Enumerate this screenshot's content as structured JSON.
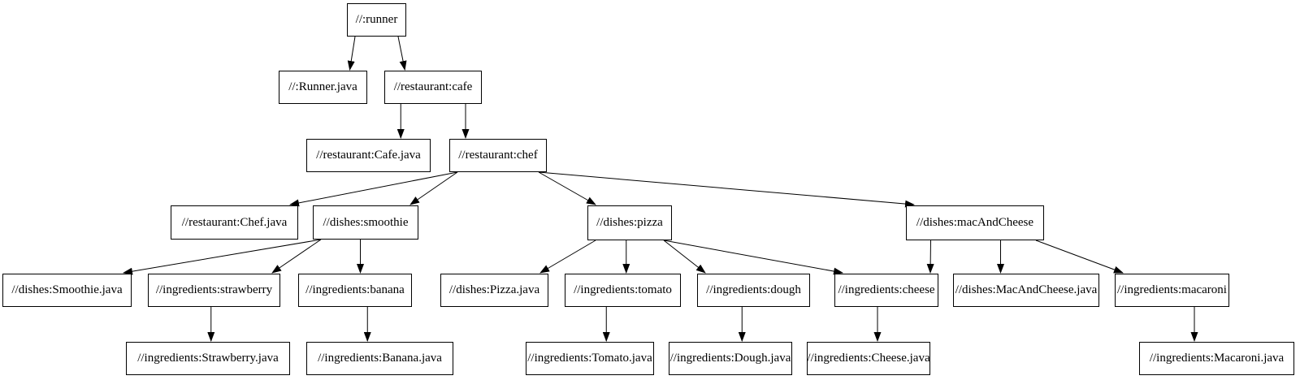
{
  "diagram": {
    "type": "dependency-graph",
    "colors": {
      "background": "#ffffff",
      "node_border": "#000000",
      "node_fill": "#ffffff",
      "text": "#000000",
      "edge": "#000000"
    },
    "nodes": [
      {
        "id": "runner",
        "label": "//:runner"
      },
      {
        "id": "runner-java",
        "label": "//:Runner.java"
      },
      {
        "id": "cafe",
        "label": "//restaurant:cafe"
      },
      {
        "id": "cafe-java",
        "label": "//restaurant:Cafe.java"
      },
      {
        "id": "chef",
        "label": "//restaurant:chef"
      },
      {
        "id": "chef-java",
        "label": "//restaurant:Chef.java"
      },
      {
        "id": "smoothie",
        "label": "//dishes:smoothie"
      },
      {
        "id": "pizza",
        "label": "//dishes:pizza"
      },
      {
        "id": "mac-and-cheese",
        "label": "//dishes:macAndCheese"
      },
      {
        "id": "smoothie-java",
        "label": "//dishes:Smoothie.java"
      },
      {
        "id": "strawberry",
        "label": "//ingredients:strawberry"
      },
      {
        "id": "banana",
        "label": "//ingredients:banana"
      },
      {
        "id": "pizza-java",
        "label": "//dishes:Pizza.java"
      },
      {
        "id": "tomato",
        "label": "//ingredients:tomato"
      },
      {
        "id": "dough",
        "label": "//ingredients:dough"
      },
      {
        "id": "cheese",
        "label": "//ingredients:cheese"
      },
      {
        "id": "mac-and-cheese-java",
        "label": "//dishes:MacAndCheese.java"
      },
      {
        "id": "macaroni",
        "label": "//ingredients:macaroni"
      },
      {
        "id": "strawberry-java",
        "label": "//ingredients:Strawberry.java"
      },
      {
        "id": "banana-java",
        "label": "//ingredients:Banana.java"
      },
      {
        "id": "tomato-java",
        "label": "//ingredients:Tomato.java"
      },
      {
        "id": "dough-java",
        "label": "//ingredients:Dough.java"
      },
      {
        "id": "cheese-java",
        "label": "//ingredients:Cheese.java"
      },
      {
        "id": "macaroni-java",
        "label": "//ingredients:Macaroni.java"
      }
    ],
    "edges": [
      {
        "from": "runner",
        "to": "runner-java"
      },
      {
        "from": "runner",
        "to": "cafe"
      },
      {
        "from": "cafe",
        "to": "cafe-java"
      },
      {
        "from": "cafe",
        "to": "chef"
      },
      {
        "from": "chef",
        "to": "chef-java"
      },
      {
        "from": "chef",
        "to": "smoothie"
      },
      {
        "from": "chef",
        "to": "pizza"
      },
      {
        "from": "chef",
        "to": "mac-and-cheese"
      },
      {
        "from": "smoothie",
        "to": "smoothie-java"
      },
      {
        "from": "smoothie",
        "to": "strawberry"
      },
      {
        "from": "smoothie",
        "to": "banana"
      },
      {
        "from": "strawberry",
        "to": "strawberry-java"
      },
      {
        "from": "banana",
        "to": "banana-java"
      },
      {
        "from": "pizza",
        "to": "pizza-java"
      },
      {
        "from": "pizza",
        "to": "tomato"
      },
      {
        "from": "pizza",
        "to": "dough"
      },
      {
        "from": "pizza",
        "to": "cheese"
      },
      {
        "from": "tomato",
        "to": "tomato-java"
      },
      {
        "from": "dough",
        "to": "dough-java"
      },
      {
        "from": "cheese",
        "to": "cheese-java"
      },
      {
        "from": "mac-and-cheese",
        "to": "cheese"
      },
      {
        "from": "mac-and-cheese",
        "to": "mac-and-cheese-java"
      },
      {
        "from": "mac-and-cheese",
        "to": "macaroni"
      },
      {
        "from": "macaroni",
        "to": "macaroni-java"
      }
    ]
  }
}
